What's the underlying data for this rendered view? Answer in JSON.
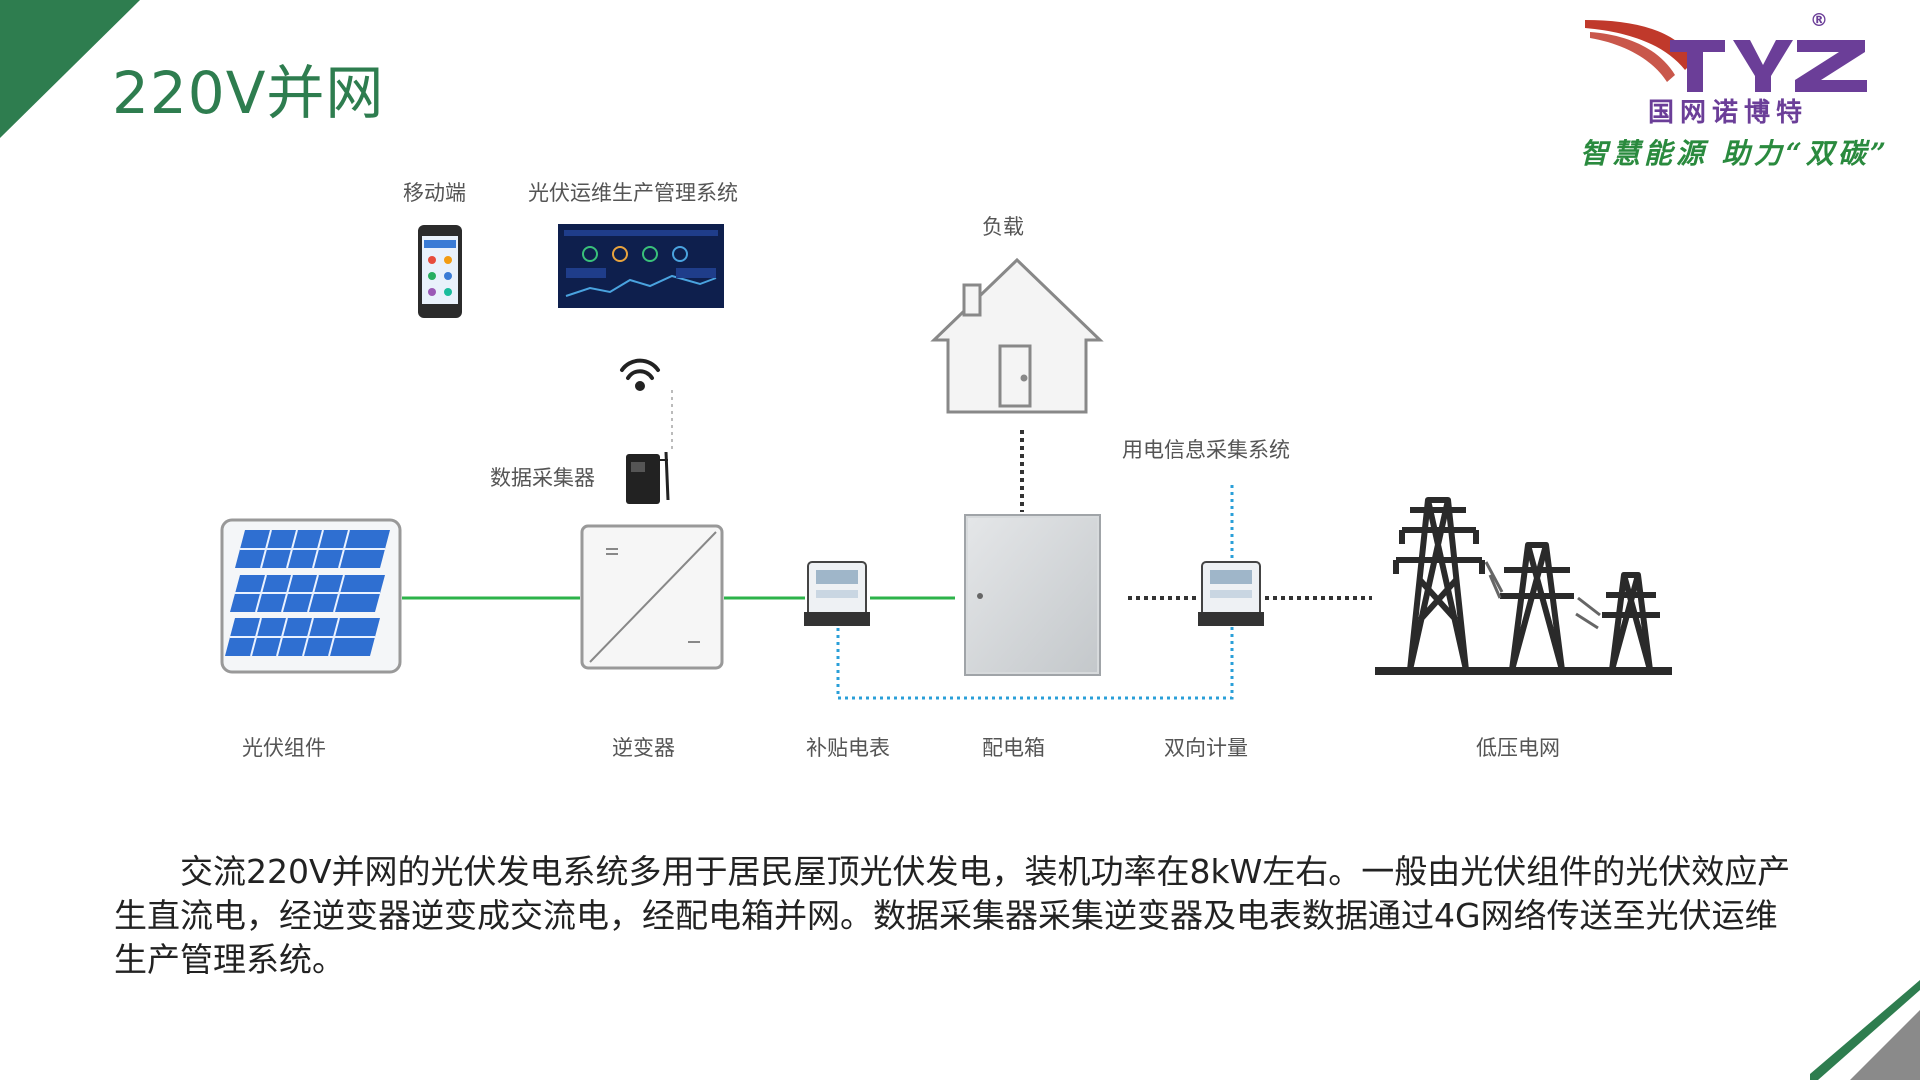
{
  "header": {
    "title": "220V并网"
  },
  "logo": {
    "brand_text": "国网诺博特",
    "slogan": "智慧能源 助力“双碳”",
    "registered_mark": "®",
    "colors": {
      "purple": "#6b3e98",
      "green": "#2a8a3e",
      "red": "#c0392b"
    }
  },
  "diagram": {
    "labels": {
      "mobile": "移动端",
      "ops_system": "光伏运维生产管理系统",
      "load": "负载",
      "data_collector": "数据采集器",
      "power_info_system": "用电信息采集系统",
      "pv_module": "光伏组件",
      "inverter": "逆变器",
      "subsidy_meter": "补贴电表",
      "distribution_box": "配电箱",
      "bidirectional_meter": "双向计量",
      "low_voltage_grid": "低压电网"
    },
    "colors": {
      "power_line": "#2db34a",
      "data_line": "#2a9fd8",
      "dotted_line": "#333333"
    }
  },
  "description": {
    "text": "交流220V并网的光伏发电系统多用于居民屋顶光伏发电，装机功率在8kW左右。一般由光伏组件的光伏效应产生直流电，经逆变器逆变成交流电，经配电箱并网。数据采集器采集逆变器及电表数据通过4G网络传送至光伏运维生产管理系统。"
  },
  "theme": {
    "accent_green": "#2e7d4f",
    "corner_gray": "#8a8a8a"
  }
}
